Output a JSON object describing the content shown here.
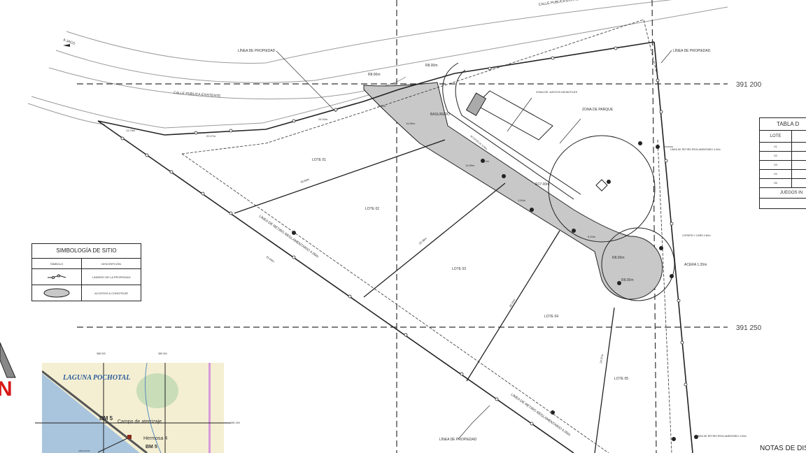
{
  "coordinates": {
    "h1": "391 200",
    "h2": "391 250"
  },
  "map_labels": {
    "to_jaco": "A JACO",
    "street": "CALLE PUBLICA EXISTENTE",
    "street_top": "CALLE PUBLICA EXISTENTE",
    "property_line_1": "LÍNEA DE PROPIEDAD",
    "property_line_2": "LÍNEA DE PROPIEDAD",
    "property_line_3": "LÍNEA DE PROPIEDAD",
    "lote_01": "LOTE 01",
    "lote_02": "LOTE 02",
    "lote_03": "LOTE 03",
    "lote_04": "LOTE 04",
    "lote_05": "LOTE 05",
    "basurero": "BASURERO",
    "zona_juegos": "ZONA DE JUEGOS INFANTILES",
    "zona_parque": "ZONA DE PARQUE",
    "retiro_1": "LÍNEA DE RETIRO REGLAMENTARIO 4.00m",
    "retiro_2": "LÍNEA DE RETIRO REGLAMENTARIO 4.00m",
    "retiro_diag_1": "LÍNEA DE RETIRO REGLAMENTARIO 4.00m",
    "retiro_diag_2": "LÍNEA DE RETIRO REGLAMENTARIO 4.00m",
    "cordon": "CORDÓN Y CAÑO 0.60m",
    "acera": "ACERA 1.20m",
    "acceso": "ACCESO 01 3.00m",
    "r1": "R8.00m",
    "r2": "R8.00m",
    "r3": "R8.00m",
    "r4": "R8.00m",
    "r5": "R17.00m",
    "d1": "13.76m",
    "d2": "20.27m",
    "d3": "24.92m",
    "d4": "0.47m",
    "d5": "14.80m",
    "d6": "14.89m",
    "d7": "7.12m",
    "d8": "3.65m",
    "d9": "26.91m",
    "d10": "24.37m",
    "d11": "6.54m",
    "d12": "43.60m",
    "d13": "33.38m",
    "d14": "25.94m"
  },
  "legend": {
    "title": "SIMBOLOGÍA DE SITIO",
    "col_symbol": "SÍMBOLO",
    "col_description": "DESCRIPCIÓN",
    "rows": [
      {
        "symbol": "property-line-symbol",
        "description": "LINDERO DE LA PROPIEDAD"
      },
      {
        "symbol": "gray-ellipse-symbol",
        "description": "ACCESOS A CONSTRUIR",
        "color": "#c8c8c8"
      }
    ]
  },
  "lot_table": {
    "title": "TABLA D",
    "col_lote": "LOTE",
    "lots": [
      "01",
      "02",
      "03",
      "04",
      "05"
    ],
    "footer": "JUEGOS IN"
  },
  "north": {
    "letter": "N",
    "color": "#d81818"
  },
  "location_map": {
    "lagoon": "LAGUNA POCHOTAL",
    "landing": "Campo de aterrizaje",
    "bm1": "BM 5",
    "hermosa": "Hermosa 4",
    "bm2": "BM 5",
    "location": "UBICACIÓN",
    "grid_x1": "388 000",
    "grid_x2": "389 000",
    "grid_y": "391 000"
  },
  "notes_title": "NOTAS DE DIS",
  "colors": {
    "access_fill": "#c8c8c8",
    "line": "#222222",
    "road": "#999999",
    "north": "#d81818"
  }
}
